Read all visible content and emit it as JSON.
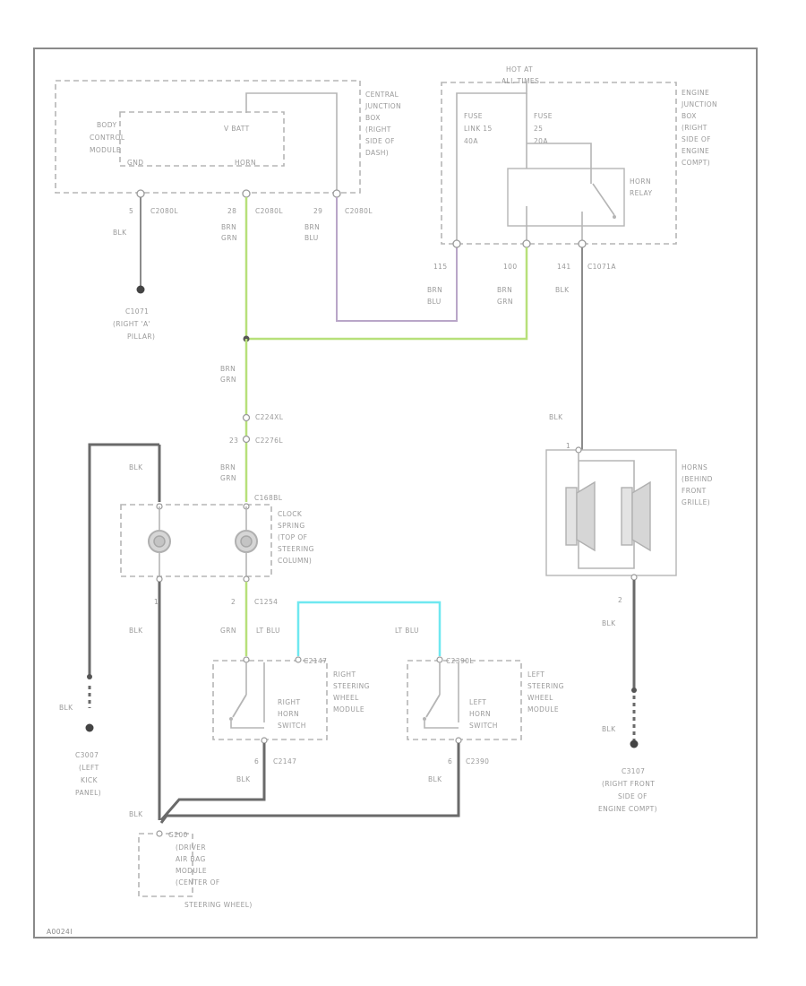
{
  "colors": {
    "brn_grn": "#b7e07a",
    "lt_blu": "#6fe8f0",
    "brn_blu": "#b9a6c8",
    "wire_gray": "#8c8c8c",
    "frame": "#8a8a8a"
  },
  "bcm": {
    "label": [
      "BODY",
      "CONTROL",
      "MODULE"
    ],
    "horn_pin_label": "HORN",
    "vbatt": "V BATT",
    "gnd_pin": "GND",
    "c1": {
      "pin": "5",
      "conn": "C2080L"
    },
    "c2": {
      "pin": "28",
      "conn": "C2080L"
    }
  },
  "central_box": {
    "label": [
      "CENTRAL",
      "JUNCTION",
      "BOX",
      "(RIGHT",
      "SIDE OF",
      "DASH)"
    ],
    "pin": "29",
    "conn": "C2080L"
  },
  "engine_box": {
    "hot_at_all_times": [
      "HOT AT",
      "ALL TIMES"
    ],
    "fuse1": [
      "FUSE",
      "LINK 15",
      "40A"
    ],
    "fuse2": [
      "FUSE",
      "25",
      "20A"
    ],
    "relay": [
      "HORN",
      "RELAY"
    ],
    "label": [
      "ENGINE",
      "JUNCTION",
      "BOX",
      "(RIGHT",
      "SIDE OF",
      "ENGINE",
      "COMPT)"
    ],
    "pins": [
      "115",
      "100",
      "141"
    ],
    "conn": "C1071A"
  },
  "wire_colors": {
    "blk": "BLK",
    "brn_grn": [
      "BRN",
      "GRN"
    ],
    "brn_blu": [
      "BRN",
      "BLU"
    ],
    "grn": "GRN",
    "lt_blu": "LT BLU"
  },
  "ground_c1071": [
    "C1071",
    "(RIGHT 'A'",
    "PILLAR)"
  ],
  "splice": {
    "conn_a": "C224XL",
    "pin": "23",
    "conn_b": "C2276L"
  },
  "clock_spring": {
    "conn": "C168BL",
    "label": [
      "CLOCK",
      "SPRING",
      "(TOP OF",
      "STEERING",
      "COLUMN)"
    ],
    "pin_left": "1",
    "pin_right": "2",
    "conn_bottom": "C1254"
  },
  "right_switch": {
    "conn_top": "C2147",
    "module": [
      "RIGHT",
      "STEERING",
      "WHEEL",
      "MODULE"
    ],
    "switch": [
      "RIGHT",
      "HORN",
      "SWITCH"
    ],
    "pin": "6",
    "conn_bottom": "C2147"
  },
  "left_switch": {
    "conn_top": "C2390L",
    "module": [
      "LEFT",
      "STEERING",
      "WHEEL",
      "MODULE"
    ],
    "switch": [
      "LEFT",
      "HORN",
      "SWITCH"
    ],
    "pin": "6",
    "conn_bottom": "C2390"
  },
  "horns": {
    "label": [
      "HORNS",
      "(BEHIND",
      "FRONT",
      "GRILLE)"
    ],
    "pin_top": "1",
    "pin_bottom": "2"
  },
  "ground_left": [
    "C3007",
    "(LEFT",
    "KICK",
    "PANEL)"
  ],
  "ground_right": [
    "C3107",
    "(RIGHT FRONT",
    "SIDE OF",
    "ENGINE COMPT)"
  ],
  "airbag": {
    "conn": "G200",
    "label": [
      "(DRIVER",
      "AIR BAG",
      "MODULE",
      "(CENTER OF",
      "STEERING WHEEL)"
    ]
  },
  "footer_code": "A0024I"
}
